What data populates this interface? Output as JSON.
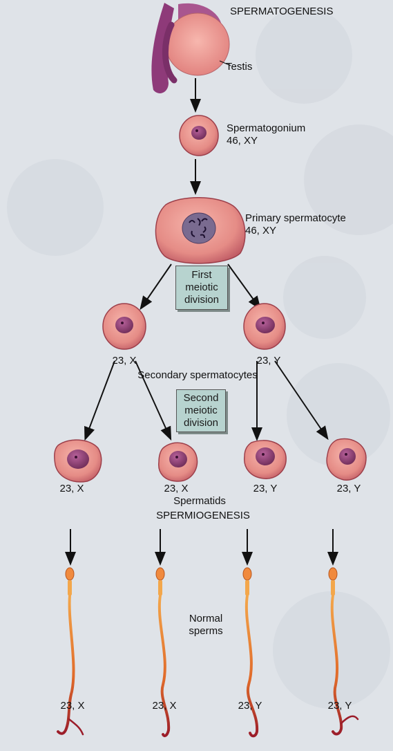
{
  "header": {
    "title": "SPERMATOGENESIS"
  },
  "testis": {
    "label": "Testis"
  },
  "spermatogonium": {
    "name": "Spermatogonium",
    "karyotype": "46, XY"
  },
  "primary": {
    "name": "Primary spermatocyte",
    "karyotype": "46, XY"
  },
  "first_division": {
    "line1": "First",
    "line2": "meiotic",
    "line3": "division"
  },
  "secondary": {
    "left_karyotype": "23, X",
    "right_karyotype": "23, Y",
    "caption": "Secondary spermatocytes"
  },
  "second_division": {
    "line1": "Second",
    "line2": "meiotic",
    "line3": "division"
  },
  "spermatids": {
    "karyotypes": [
      "23, X",
      "23, X",
      "23, Y",
      "23, Y"
    ],
    "caption": "Spermatids"
  },
  "spermiogenesis": {
    "title": "SPERMIOGENESIS"
  },
  "sperms": {
    "caption_line1": "Normal",
    "caption_line2": "sperms",
    "karyotypes": [
      "23, X",
      "23, X",
      "23, Y",
      "23, Y"
    ]
  },
  "colors": {
    "cell_fill": "#e58c86",
    "cell_edge": "#9c3f4a",
    "nucleus_fill": "#8c3c6e",
    "testis_fill": "#a9568f",
    "box_fill": "#b7d3cf",
    "sperm_tail": "#d9602a",
    "sperm_head": "#f08a3e"
  }
}
